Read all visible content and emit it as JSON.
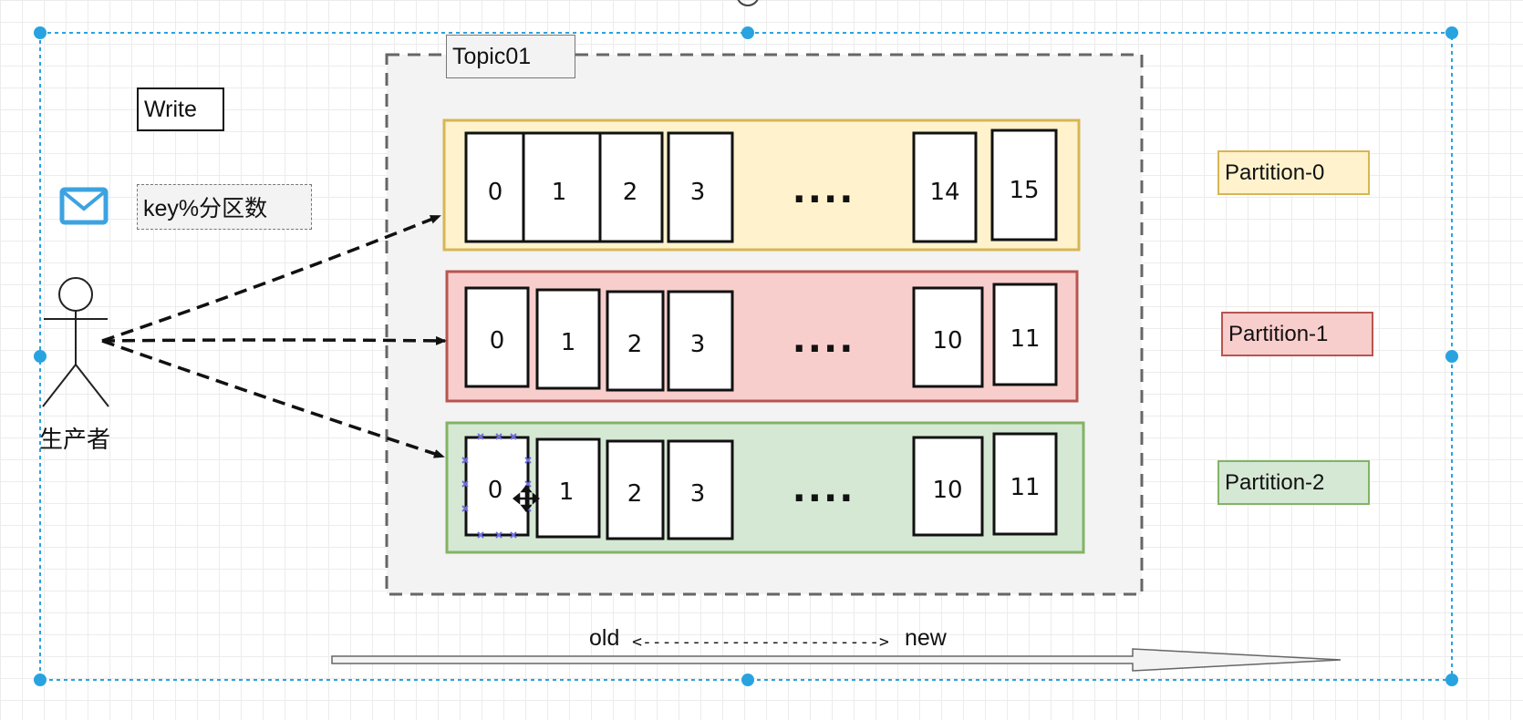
{
  "writer_label": "Write",
  "routing_rule": "key%分区数",
  "producer_label": "生产者",
  "topic": {
    "name": "Topic01",
    "partitions": [
      {
        "name": "Partition-0",
        "color": "#fff2cc",
        "border": "#d6b656",
        "head_offsets": [
          "0",
          "1",
          "2",
          "3"
        ],
        "ellipsis": "....",
        "tail_offsets": [
          "14",
          "15"
        ]
      },
      {
        "name": "Partition-1",
        "color": "#f8cecc",
        "border": "#b85450",
        "head_offsets": [
          "0",
          "1",
          "2",
          "3"
        ],
        "ellipsis": "....",
        "tail_offsets": [
          "10",
          "11"
        ]
      },
      {
        "name": "Partition-2",
        "color": "#d5e8d4",
        "border": "#82b366",
        "head_offsets": [
          "0",
          "1",
          "2",
          "3"
        ],
        "ellipsis": "....",
        "tail_offsets": [
          "10",
          "11"
        ]
      }
    ]
  },
  "timeline": {
    "old": "old",
    "arrow": "<------------------------>",
    "new": "new"
  },
  "icons": {
    "message": "envelope-icon",
    "producer": "stick-figure-actor-icon",
    "move_cursor": "move-cursor-icon"
  },
  "selection_color": "#29a3e0",
  "accent_envelope": "#3da3e0"
}
